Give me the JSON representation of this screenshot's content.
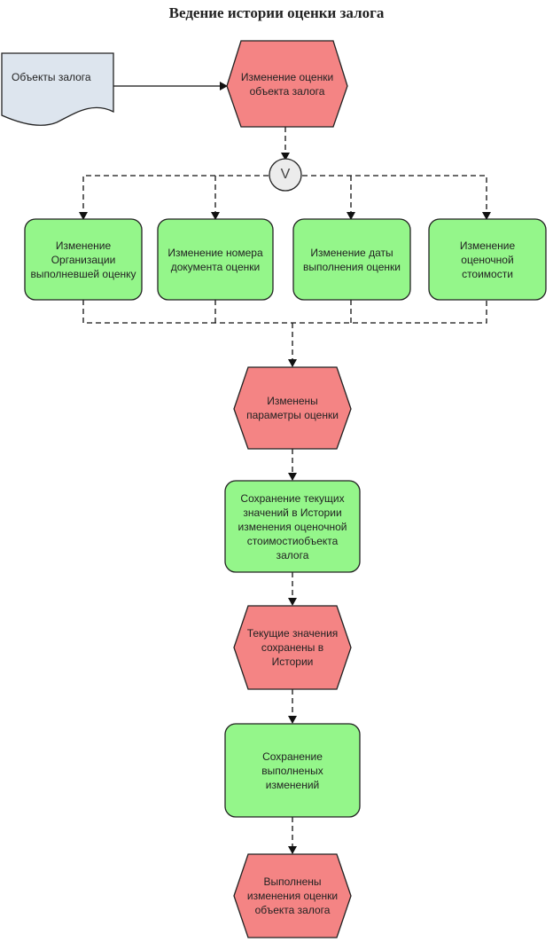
{
  "title": "Ведение истории оценки залога",
  "document": {
    "label": "Объекты залога"
  },
  "gate": {
    "label": "V"
  },
  "events": [
    "Изменение оценки объекта залога",
    "Изменены параметры оценки",
    "Текущие значения сохранены в Истории",
    "Выполнены изменения  оценки объекта залога"
  ],
  "functions": [
    "Изменение Организации выполневшей оценку",
    "Изменение номера документа оценки",
    "Изменение даты выполнения оценки",
    "Изменение оценочной стоимости",
    "Сохранение текущих значений в Истории изменения оценочной стоимостиобъекта залога",
    "Сохранение выполненых изменений"
  ],
  "colors": {
    "event_fill": "#f48484",
    "function_fill": "#94f68a",
    "document_fill": "#dde5ee",
    "line": "#111111"
  }
}
